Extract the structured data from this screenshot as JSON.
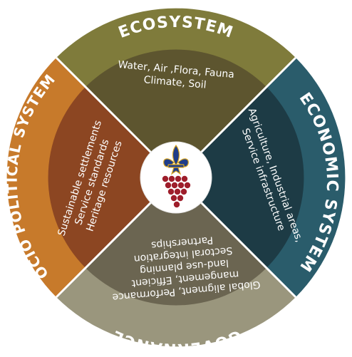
{
  "colors": {
    "ecosystem_outer": "#7f7b3b",
    "ecosystem_inner": "#5d552f",
    "economic_outer": "#2a5c6b",
    "economic_inner": "#1d3b45",
    "governance_outer": "#9a967d",
    "governance_inner": "#6b6551",
    "socio_outer": "#c77a2b",
    "socio_inner": "#8c4622",
    "center": "#ffffff",
    "logo_blue": "#1f3d8a",
    "logo_gold": "#d8a520",
    "logo_red": "#9e1e2b"
  },
  "sections": {
    "ecosystem": {
      "title": "ECOSYSTEM",
      "lines": [
        "Water, Air ,Flora, Fauna",
        "Climate, Soil"
      ]
    },
    "economic": {
      "title": "ECONOMIC SYSTEM",
      "lines": [
        "Agriculture, Industrial areas,",
        "Service infrastructure"
      ]
    },
    "governance": {
      "title": "GOVERNANCE",
      "lines": [
        "Global aligment, Performance",
        "mangement, Efficient",
        "land-use planning",
        "Sectoral integration",
        "Partnerships"
      ]
    },
    "socio_political": {
      "title": "SOCIO POLITICAL SYSTEM",
      "lines": [
        "Sustainable settlements",
        "Service standards",
        "Heritage resources"
      ]
    }
  },
  "center_logo": {
    "icon": "fleur-de-lis-grapes-emblem"
  }
}
